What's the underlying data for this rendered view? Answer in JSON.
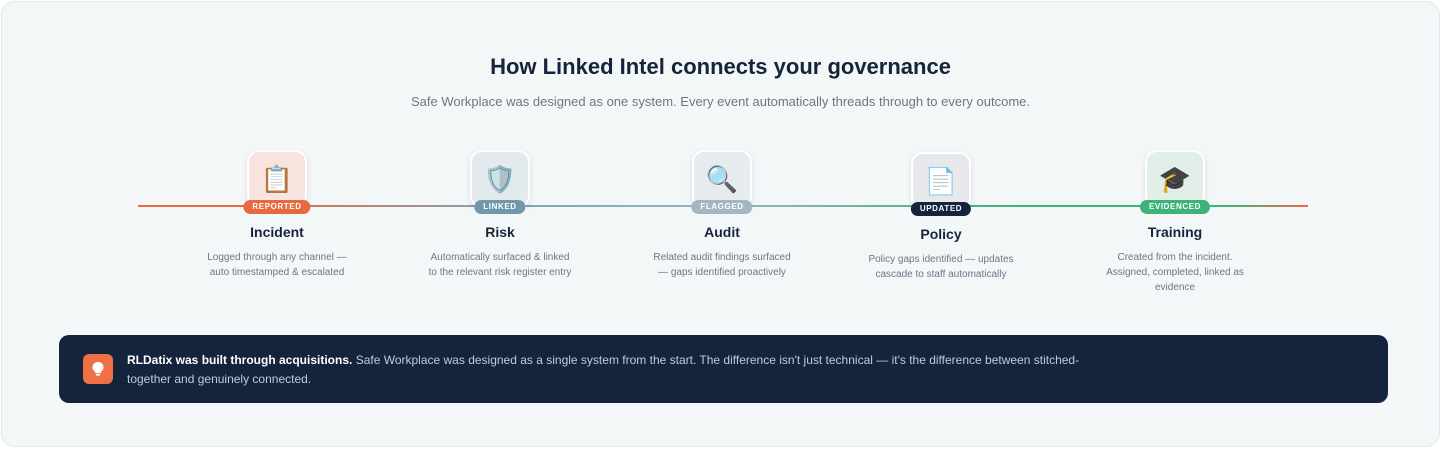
{
  "header": {
    "title": "How Linked Intel connects your governance",
    "subtitle": "Safe Workplace was designed as one system. Every event automatically threads through to every outcome."
  },
  "colors": {
    "orange": "#e8693f",
    "slate_blue": "#6f98ab",
    "gray_blue": "#a3b7c2",
    "navy": "#15243d",
    "green": "#3db37a"
  },
  "steps": [
    {
      "name": "Incident",
      "badge": "REPORTED",
      "icon": "clipboard-icon",
      "glyph": "📋",
      "description": "Logged through any channel — auto timestamped & escalated"
    },
    {
      "name": "Risk",
      "badge": "LINKED",
      "icon": "shield-icon",
      "glyph": "🛡️",
      "description": "Automatically surfaced & linked to the relevant risk register entry"
    },
    {
      "name": "Audit",
      "badge": "FLAGGED",
      "icon": "magnifier-icon",
      "glyph": "🔍",
      "description": "Related audit findings surfaced — gaps identified proactively"
    },
    {
      "name": "Policy",
      "badge": "UPDATED",
      "icon": "document-icon",
      "glyph": "📄",
      "description": "Policy gaps identified — updates cascade to staff automatically"
    },
    {
      "name": "Training",
      "badge": "EVIDENCED",
      "icon": "graduation-cap-icon",
      "glyph": "🎓",
      "description": "Created from the incident. Assigned, completed, linked as evidence"
    }
  ],
  "callout": {
    "icon": "lightbulb-icon",
    "bold": "RLDatix was built through acquisitions.",
    "text": " Safe Workplace was designed as a single system from the start. The difference isn't just technical — it's the difference between stitched-together and genuinely connected."
  }
}
